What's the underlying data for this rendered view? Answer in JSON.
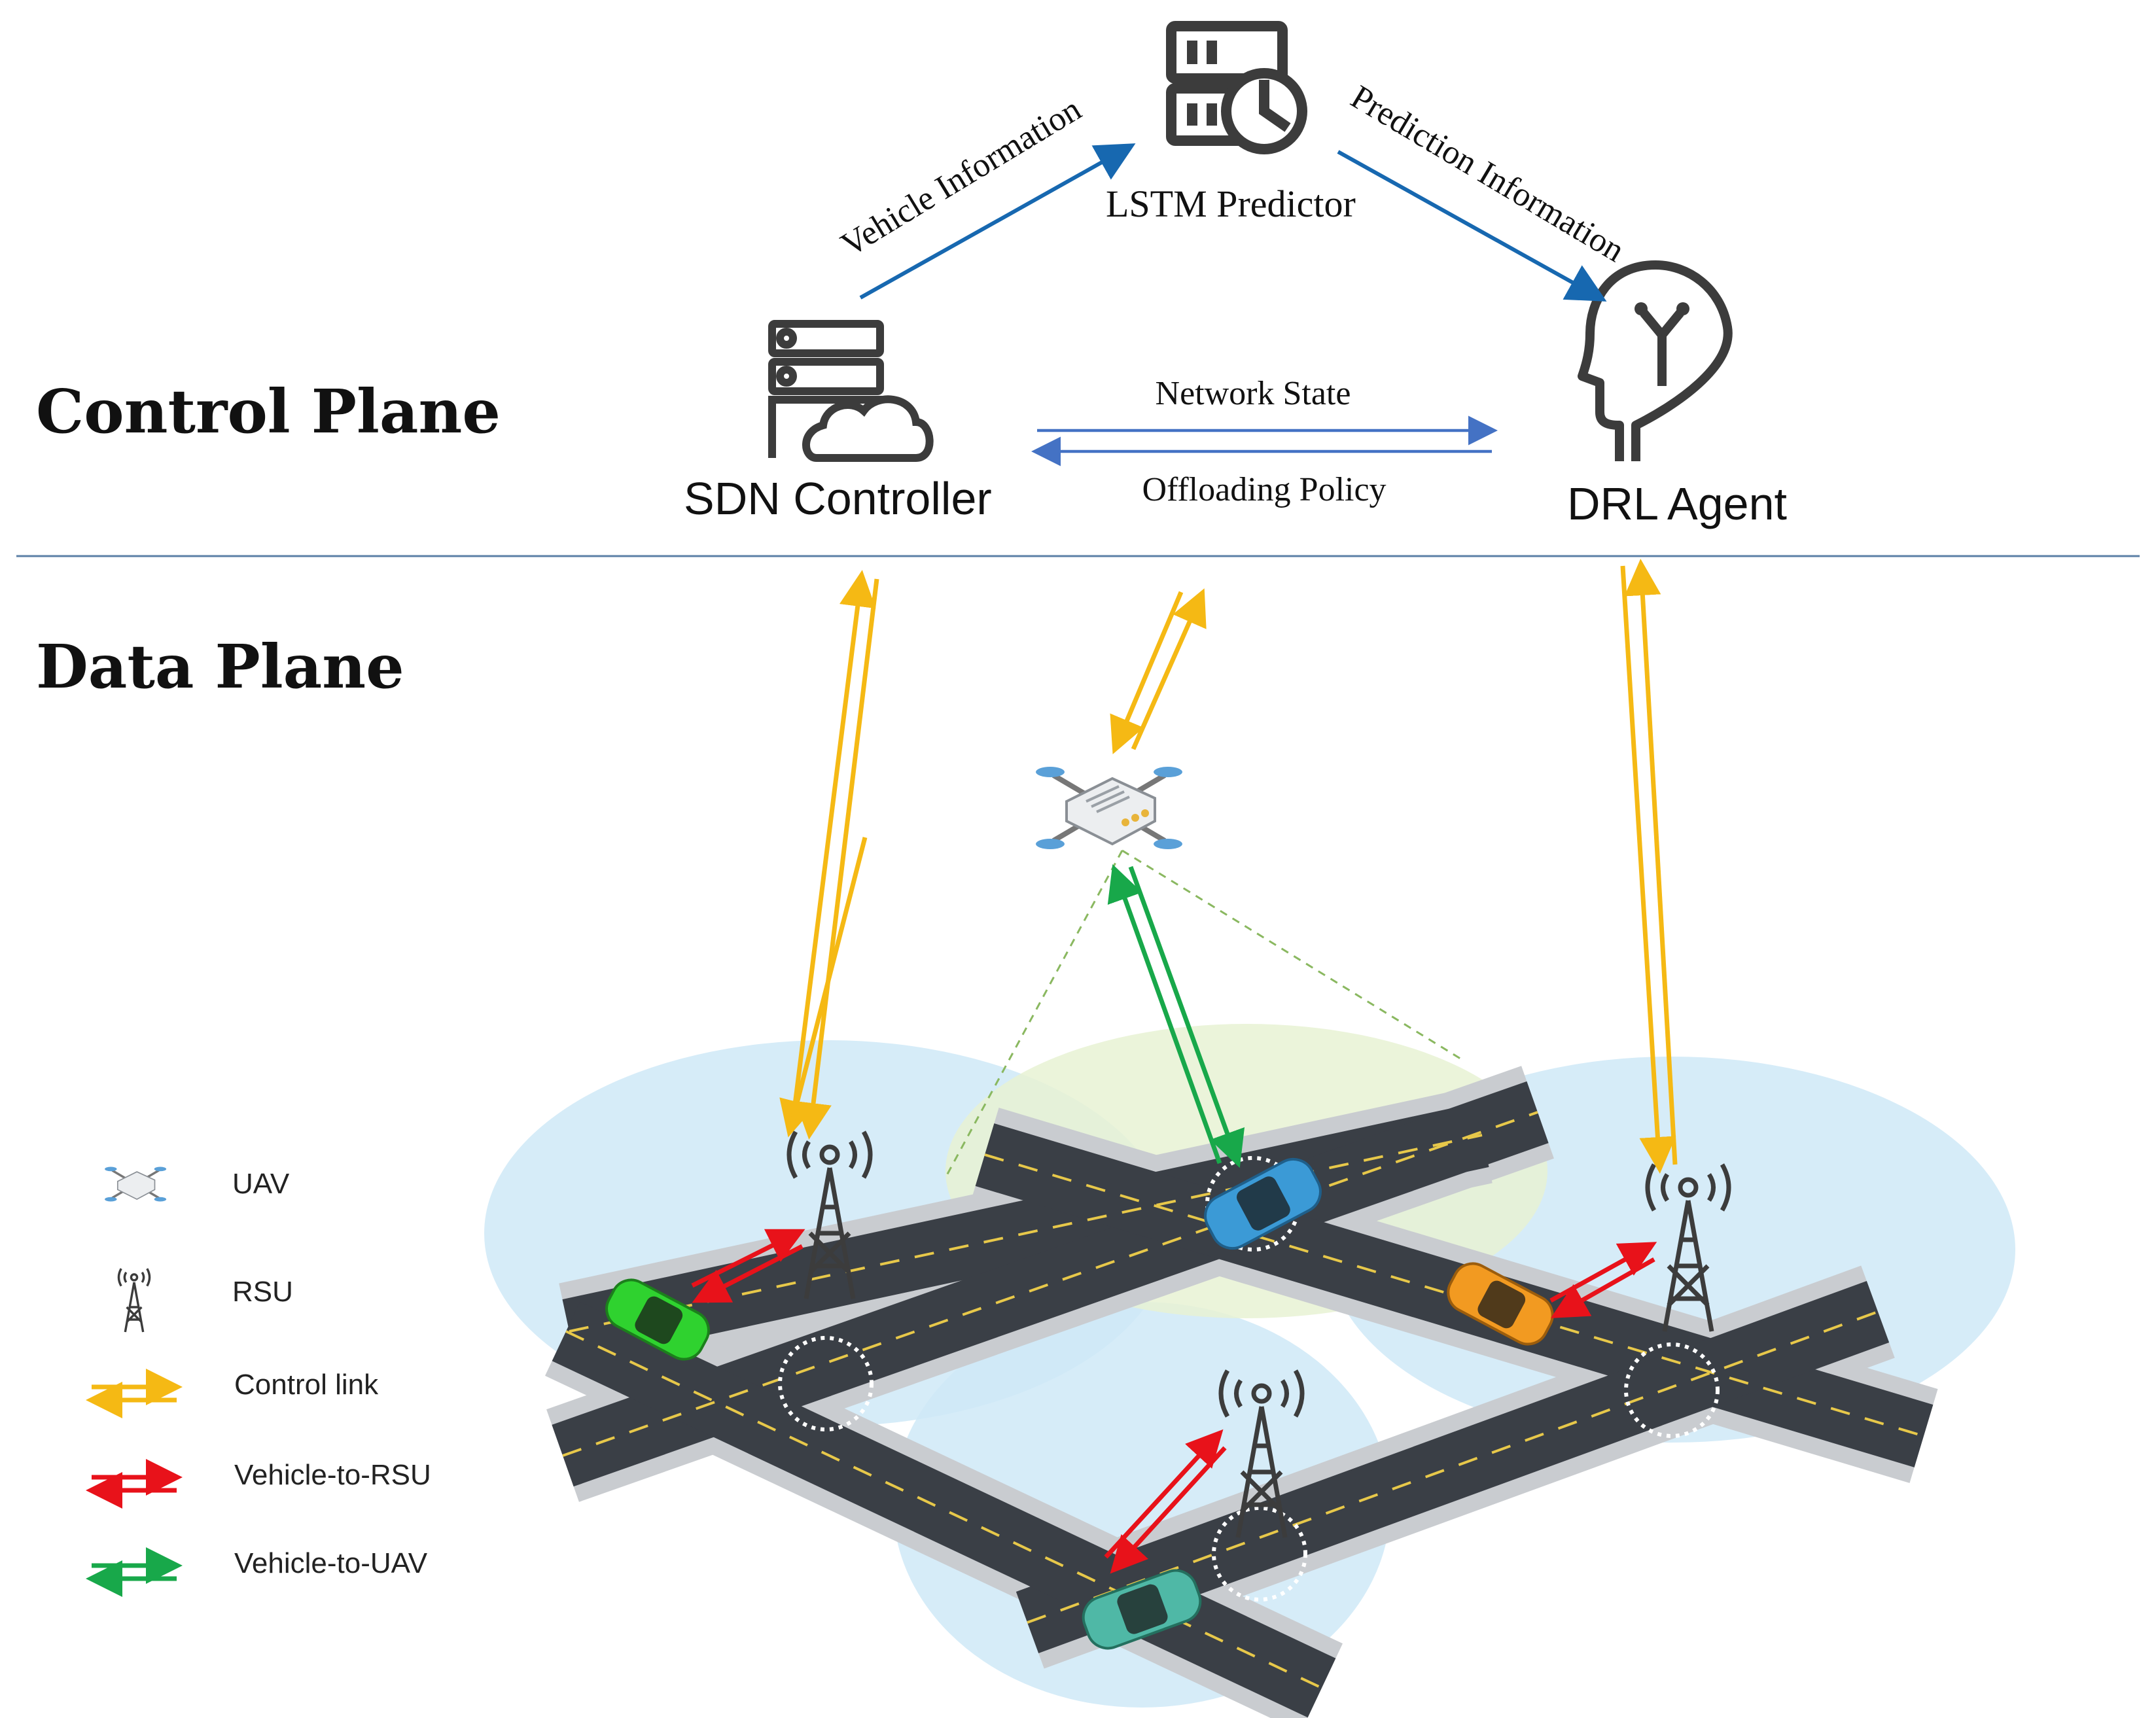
{
  "planes": {
    "control": "Control Plane",
    "data": "Data Plane"
  },
  "nodes": {
    "lstm": "LSTM Predictor",
    "sdn": "SDN Controller",
    "drl": "DRL Agent"
  },
  "links": {
    "vehicle_info": "Vehicle Information",
    "prediction_info": "Prediction Information",
    "network_state": "Network State",
    "offloading_policy": "Offloading Policy"
  },
  "legend": {
    "uav": "UAV",
    "rsu": "RSU",
    "control_link": "Control link",
    "vehicle_to_rsu": "Vehicle-to-RSU",
    "vehicle_to_uav": "Vehicle-to-UAV"
  },
  "colors": {
    "control_link": "#f5b914",
    "vehicle_to_rsu": "#e8121a",
    "vehicle_to_uav": "#18a84a",
    "flow_arrow": "#1768b0",
    "state_arrow": "#4472c4",
    "coverage": "#cfe9f7",
    "uav_coverage": "#e7f2d3",
    "road": "#3a3f46",
    "sidewalk": "#c9ccd0"
  },
  "icons": {
    "lstm": "server-clock-icon",
    "sdn": "server-cloud-icon",
    "drl": "head-ai-icon",
    "uav": "drone-icon",
    "rsu": "radio-tower-icon"
  }
}
